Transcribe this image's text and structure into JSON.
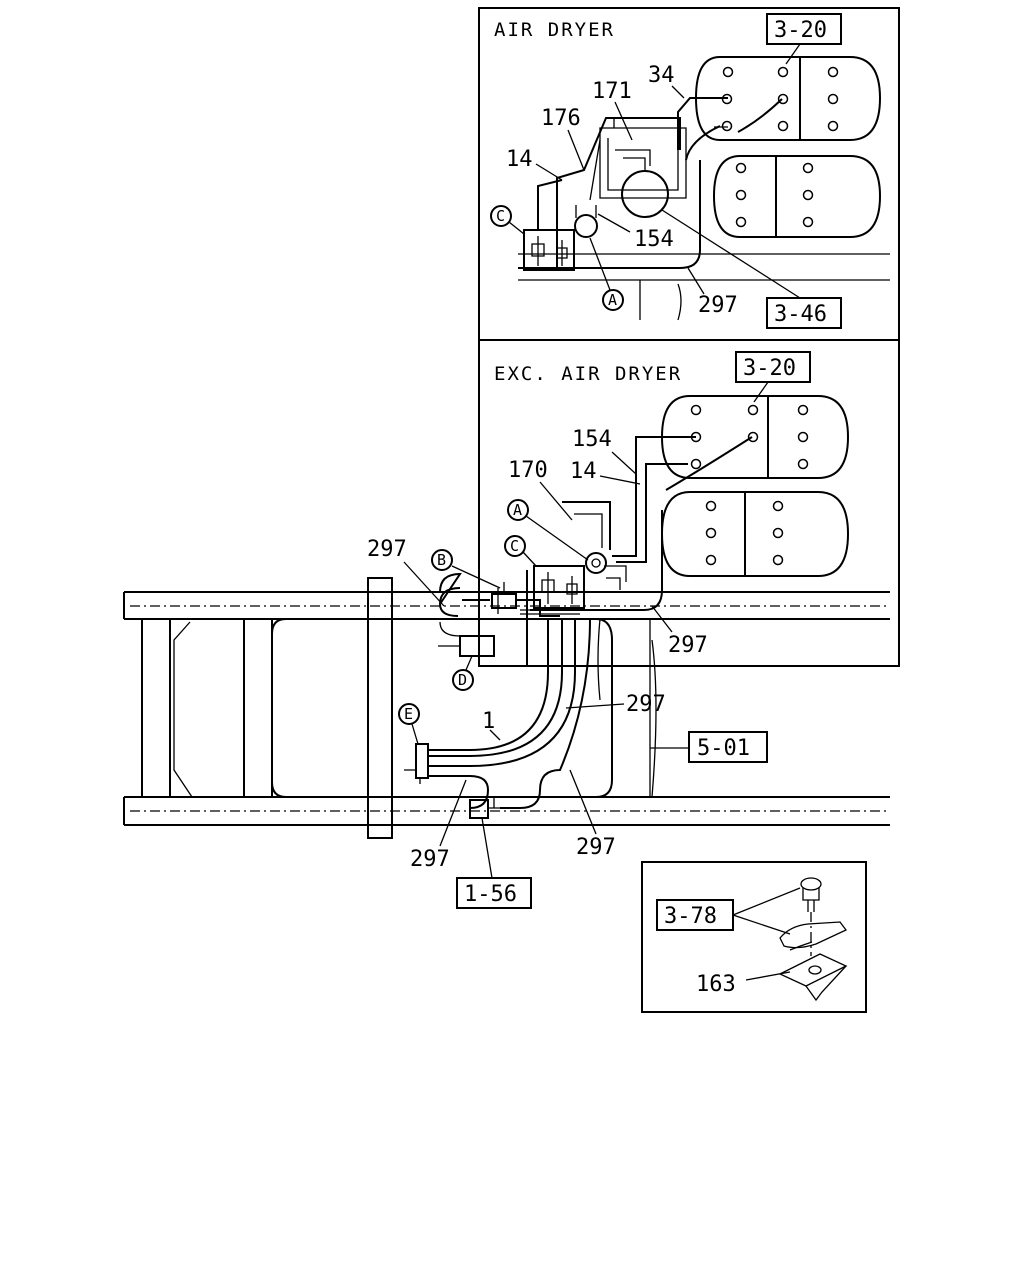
{
  "sections": {
    "air_dryer": "AIR DRYER",
    "exc_air_dryer": "EXC. AIR DRYER"
  },
  "refs": {
    "r3_20": "3-20",
    "r3_46": "3-46",
    "r3_78": "3-78",
    "r5_01": "5-01",
    "r1_56": "1-56"
  },
  "parts": {
    "p34": "34",
    "p171": "171",
    "p176": "176",
    "p14": "14",
    "p154": "154",
    "p297": "297",
    "p170": "170",
    "p1": "1",
    "p163": "163"
  },
  "markers": {
    "A": "A",
    "B": "B",
    "C": "C",
    "D": "D",
    "E": "E"
  }
}
